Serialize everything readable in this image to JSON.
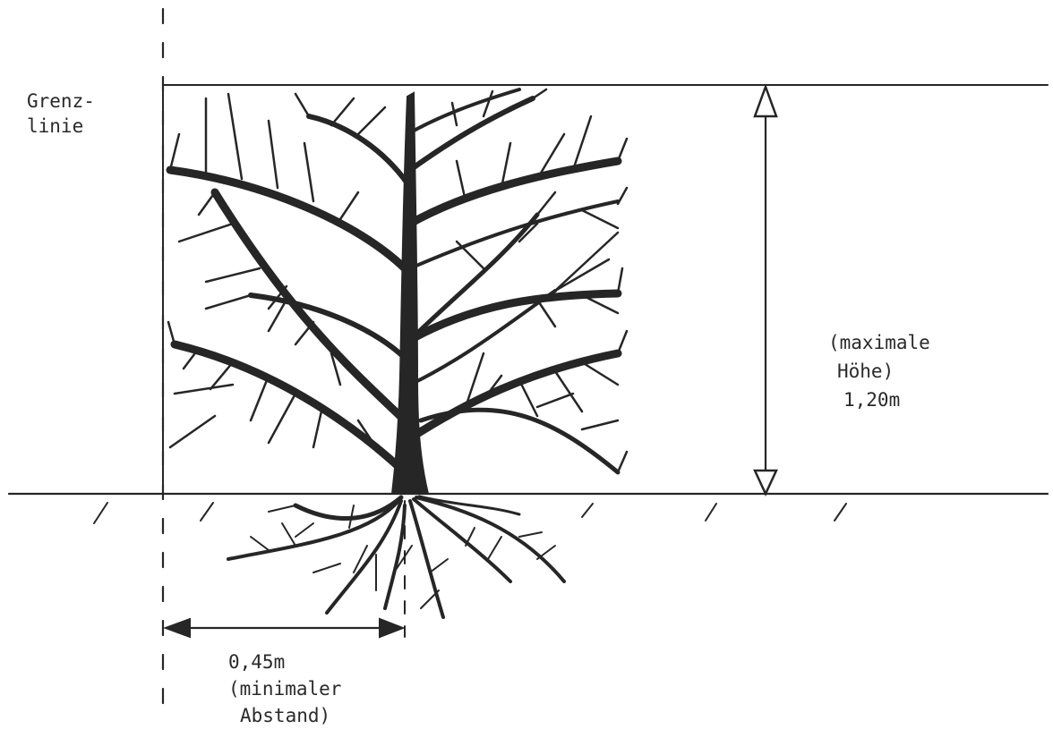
{
  "labels": {
    "boundary_line_1": "Grenz-",
    "boundary_line_2": "linie",
    "height_line_1": "(maximale",
    "height_line_2": "Höhe)",
    "height_value": "1,20m",
    "distance_value": "0,45m",
    "distance_line_2": "(minimaler",
    "distance_line_3": "Abstand)"
  },
  "colors": {
    "ink": "#262626",
    "paper": "#ffffff"
  }
}
